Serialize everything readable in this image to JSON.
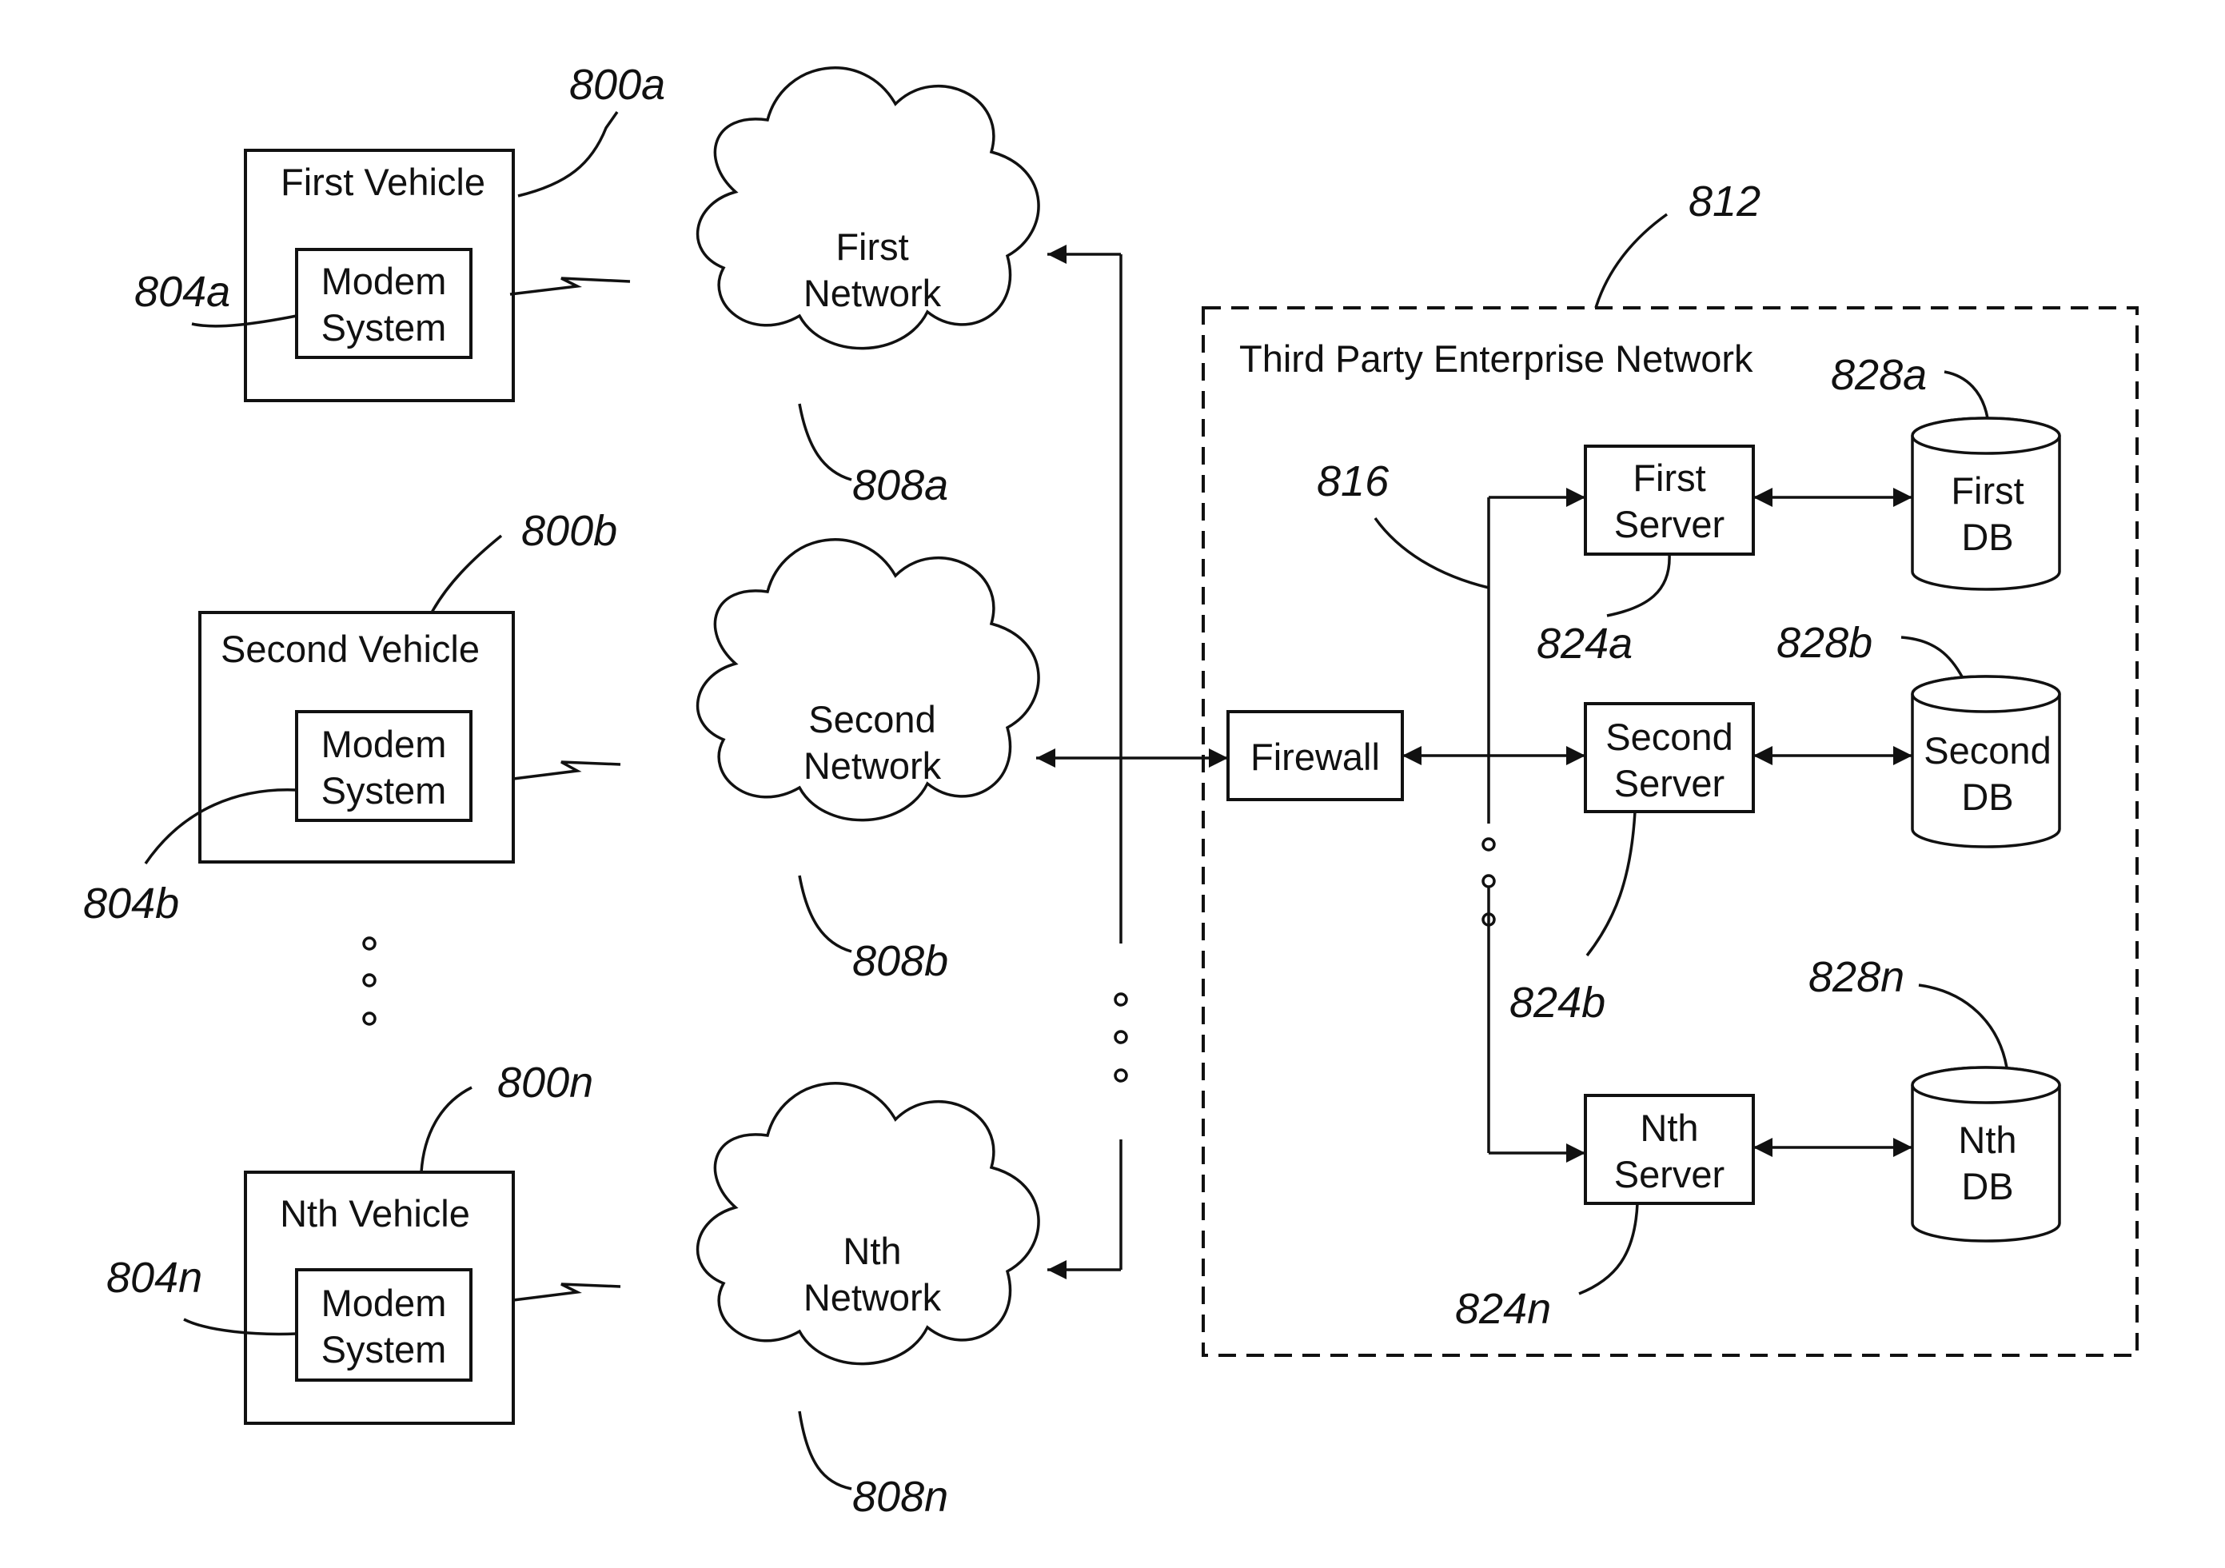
{
  "vehicles": [
    {
      "label": "First Vehicle",
      "ref": "800a",
      "modem_line1": "Modem",
      "modem_line2": "System",
      "modem_ref": "804a"
    },
    {
      "label": "Second Vehicle",
      "ref": "800b",
      "modem_line1": "Modem",
      "modem_line2": "System",
      "modem_ref": "804b"
    },
    {
      "label": "Nth Vehicle",
      "ref": "800n",
      "modem_line1": "Modem",
      "modem_line2": "System",
      "modem_ref": "804n"
    }
  ],
  "networks": [
    {
      "line1": "First",
      "line2": "Network",
      "ref": "808a"
    },
    {
      "line1": "Second",
      "line2": "Network",
      "ref": "808b"
    },
    {
      "line1": "Nth",
      "line2": "Network",
      "ref": "808n"
    }
  ],
  "enterprise": {
    "label": "Third Party Enterprise Network",
    "ref": "812",
    "bus_ref": "816",
    "firewall": "Firewall"
  },
  "servers": [
    {
      "line1": "First",
      "line2": "Server",
      "ref": "824a"
    },
    {
      "line1": "Second",
      "line2": "Server",
      "ref": "824b"
    },
    {
      "line1": "Nth",
      "line2": "Server",
      "ref": "824n"
    }
  ],
  "databases": [
    {
      "line1": "First",
      "line2": "DB",
      "ref": "828a"
    },
    {
      "line1": "Second",
      "line2": "DB",
      "ref": "828b"
    },
    {
      "line1": "Nth",
      "line2": "DB",
      "ref": "828n"
    }
  ]
}
